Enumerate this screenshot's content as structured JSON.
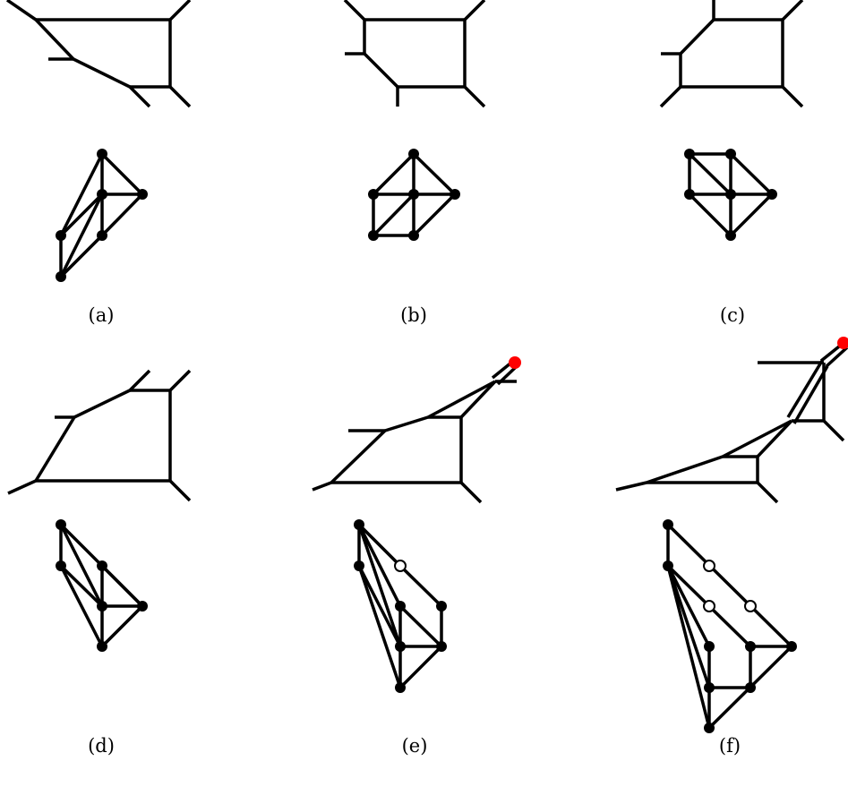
{
  "captions": {
    "a": "(a)",
    "b": "(b)",
    "c": "(c)",
    "d": "(d)",
    "e": "(e)",
    "f": "(f)"
  },
  "colors": {
    "stroke": "#000000",
    "vertex_fill": "#000000",
    "hollow_vertex_fill": "#ffffff",
    "highlight": "#ff0000"
  }
}
